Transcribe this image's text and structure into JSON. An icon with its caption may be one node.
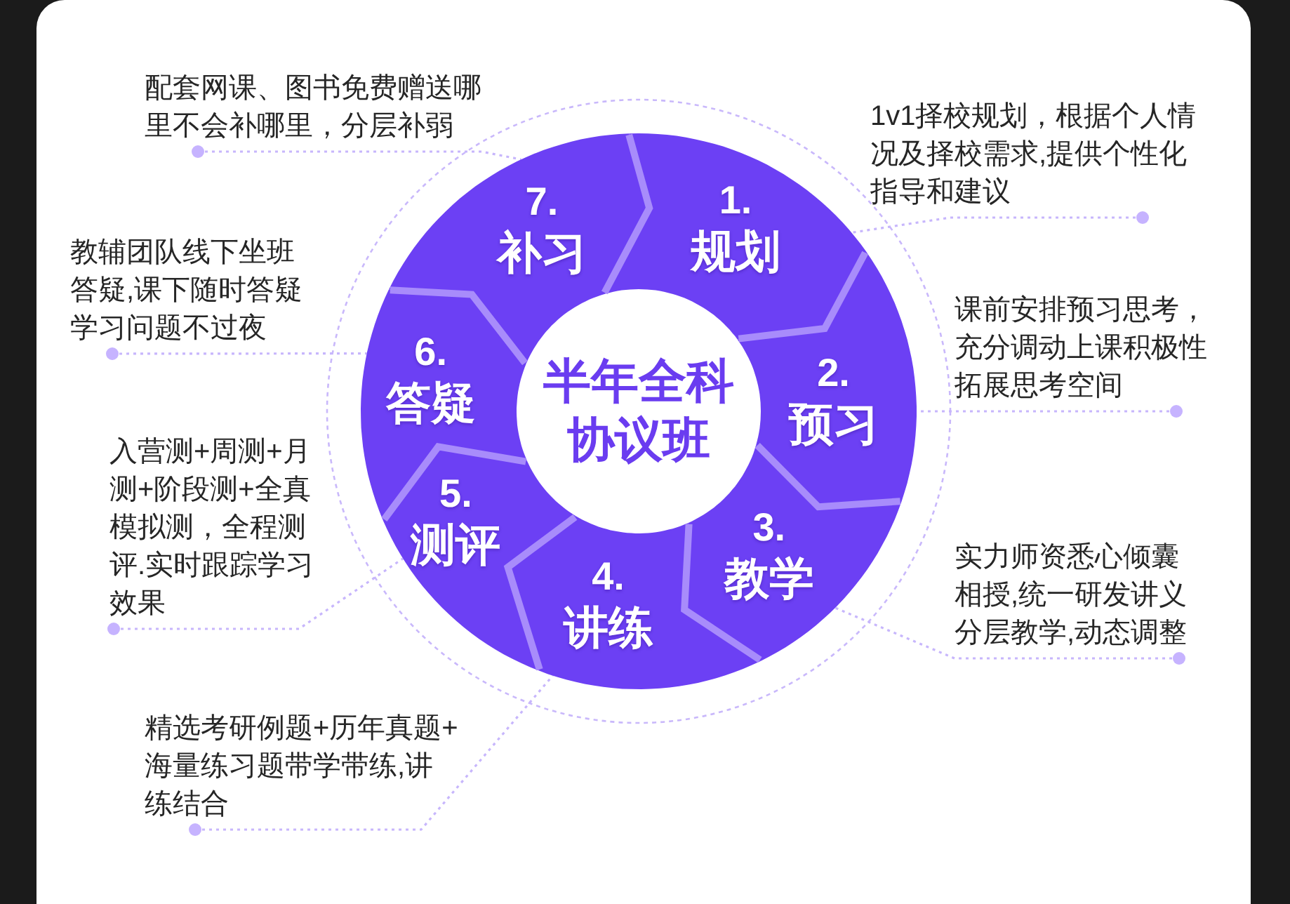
{
  "diagram": {
    "nodes": [
      {
        "text": [
          "半年全科协议班"
        ]
      },
      {
        "text": [
          "1.",
          "规划"
        ]
      },
      {
        "text": [
          "2.",
          "预习"
        ]
      },
      {
        "text": [
          "3.",
          "教学"
        ]
      },
      {
        "text": [
          "4.",
          "讲练"
        ]
      },
      {
        "text": [
          "5.",
          "测评"
        ]
      },
      {
        "text": [
          "6.",
          "答疑"
        ]
      },
      {
        "text": [
          "7.",
          "补习"
        ]
      },
      {
        "text": [
          "1v1择校规划，根据个人情况及择校需求,提供个性化指导和建议"
        ]
      },
      {
        "text": [
          "课前安排预习思考，充分调动上课积极性拓展思考空间"
        ]
      },
      {
        "text": [
          "实力师资悉心倾囊相授,统一研发讲义分层教学,动态调整"
        ]
      },
      {
        "text": [
          "精选考研例题+历年真题+海量练习题带学带练,讲练结合"
        ]
      },
      {
        "text": [
          "入营测+周测+月测+阶段测+全真模拟测，全程测评.实时跟踪学习效果"
        ]
      },
      {
        "text": [
          "教辅团队线下坐班答疑,课下随时答疑学习问题不过夜"
        ]
      },
      {
        "text": [
          "配套网课、图书免费赠送哪里不会补哪里，分层补弱"
        ]
      }
    ],
    "edges": [
      {
        "from": 8,
        "to": 1,
        "arrow": "other",
        "style": "dashed"
      },
      {
        "from": 9,
        "to": 2,
        "arrow": "other",
        "style": "dashed"
      },
      {
        "from": 10,
        "to": 3,
        "arrow": "other",
        "style": "dashed"
      },
      {
        "from": 11,
        "to": 4,
        "arrow": "other",
        "style": "dashed"
      },
      {
        "from": 12,
        "to": 5,
        "arrow": "other",
        "style": "dashed"
      },
      {
        "from": 13,
        "to": 6,
        "arrow": "other",
        "style": "dashed"
      },
      {
        "from": 14,
        "to": 7,
        "arrow": "other",
        "style": "dashed"
      }
    ]
  }
}
